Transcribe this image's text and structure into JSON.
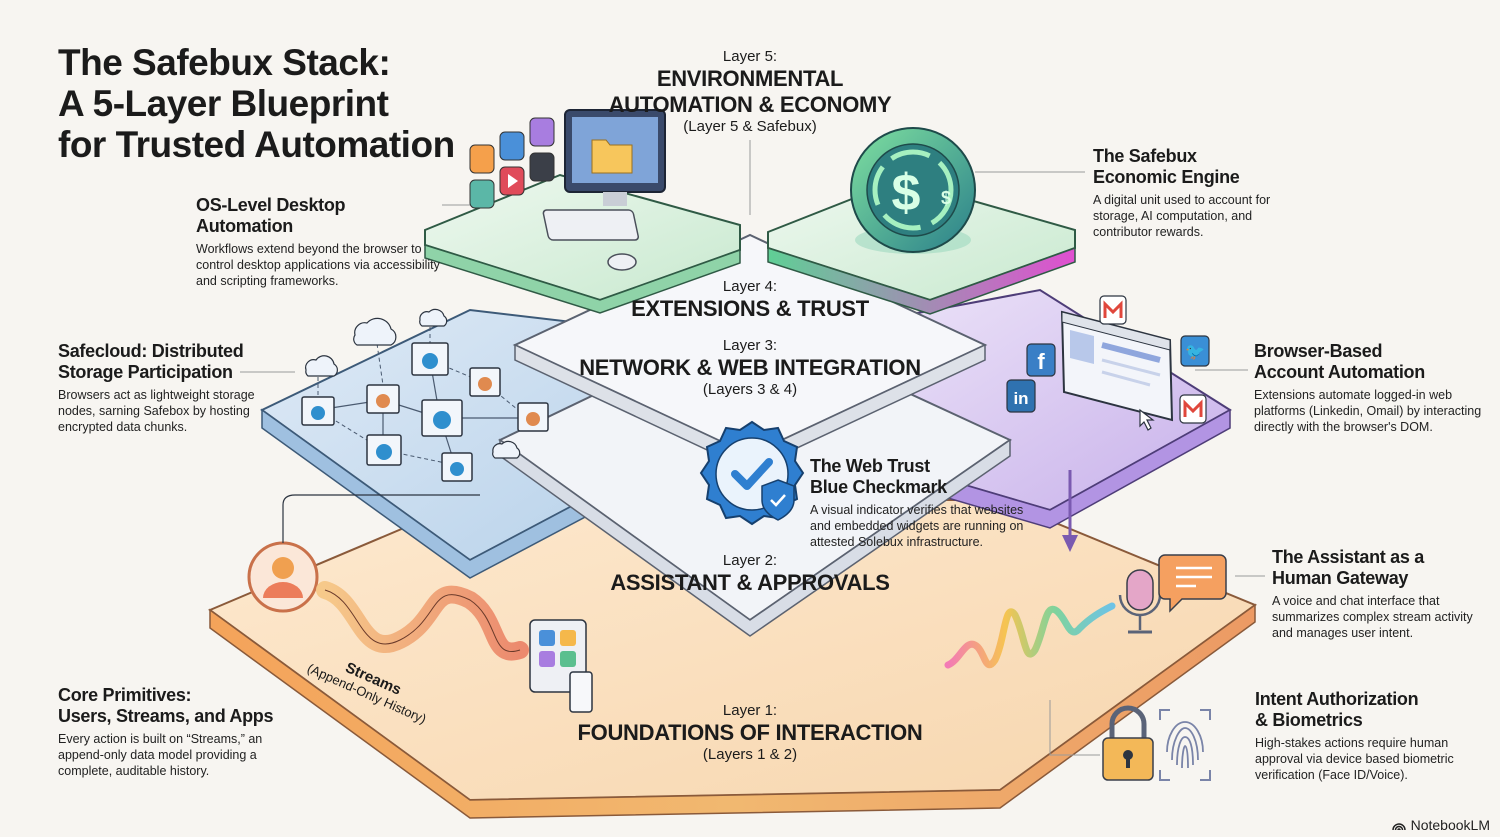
{
  "title": {
    "line1": "The Safebux Stack:",
    "line2": "A 5-Layer Blueprint",
    "line3": "for Trusted Automation"
  },
  "layers": {
    "layer5": {
      "number": "Layer 5:",
      "name_line1": "ENVIRONMENTAL",
      "name_line2": "AUTOMATION & ECONOMY",
      "subtitle": "(Layer 5 & Safebux)"
    },
    "layer4": {
      "number": "Layer 4:",
      "name": "EXTENSIONS & TRUST"
    },
    "layer3": {
      "number": "Layer 3:",
      "name": "NETWORK & WEB INTEGRATION",
      "subtitle": "(Layers 3 & 4)"
    },
    "layer2": {
      "number": "Layer 2:",
      "name": "ASSISTANT & APPROVALS"
    },
    "layer1": {
      "number": "Layer 1:",
      "name": "FOUNDATIONS OF INTERACTION",
      "subtitle": "(Layers 1 & 2)"
    }
  },
  "callouts": {
    "os_desktop": {
      "heading": "OS-Level Desktop Automation",
      "body": "Workflows extend beyond the browser to control desktop applications via accessibility and scripting frameworks."
    },
    "safecloud": {
      "heading_line1": "Safecloud: Distributed",
      "heading_line2": "Storage Participation",
      "body": "Browsers act as lightweight storage nodes, sarning Safebox by hosting encrypted data chunks."
    },
    "core_primitives": {
      "heading_line1": "Core Primitives:",
      "heading_line2": "Users, Streams, and Apps",
      "body": "Every action is built on “Streams,” an append-only data model providing a complete, auditable history."
    },
    "economic_engine": {
      "heading_line1": "The Safebux",
      "heading_line2": "Economic Engine",
      "body": "A digital unit used to account for storage, AI computation, and contributor rewards."
    },
    "browser_automation": {
      "heading_line1": "Browser-Based",
      "heading_line2": "Account Automation",
      "body": "Extensions automate logged-in web platforms (Linkedin, Omail) by interacting directly with the browser's DOM."
    },
    "web_trust": {
      "heading_line1": "The Web Trust",
      "heading_line2": "Blue Checkmark",
      "body": "A visual indicator verifies that websites and embedded widgets are running on attested Solebux infrastructure."
    },
    "assistant_gateway": {
      "heading_line1": "The Assistant as a",
      "heading_line2": "Human Gateway",
      "body": "A voice and chat interface that summarizes complex stream activity and manages user intent."
    },
    "intent_auth": {
      "heading_line1": "Intent Authorization",
      "heading_line2": "& Biometrics",
      "body": "High-stakes actions require human approval via device based biometric verification (Face ID/Voice)."
    }
  },
  "streams_label": {
    "title": "Streams",
    "subtitle": "(Append-Only History)"
  },
  "brand": {
    "name": "NotebookLM"
  },
  "colors": {
    "layer5_green": "#bfe6c9",
    "layer4_purple": "#c9b6ec",
    "layer3_blue": "#bcd6ec",
    "layer2_gray": "#eef1f6",
    "layer1_orange": "#f6c995",
    "accent_blue": "#2f7fd0",
    "coin_teal": "#2e8a86"
  }
}
